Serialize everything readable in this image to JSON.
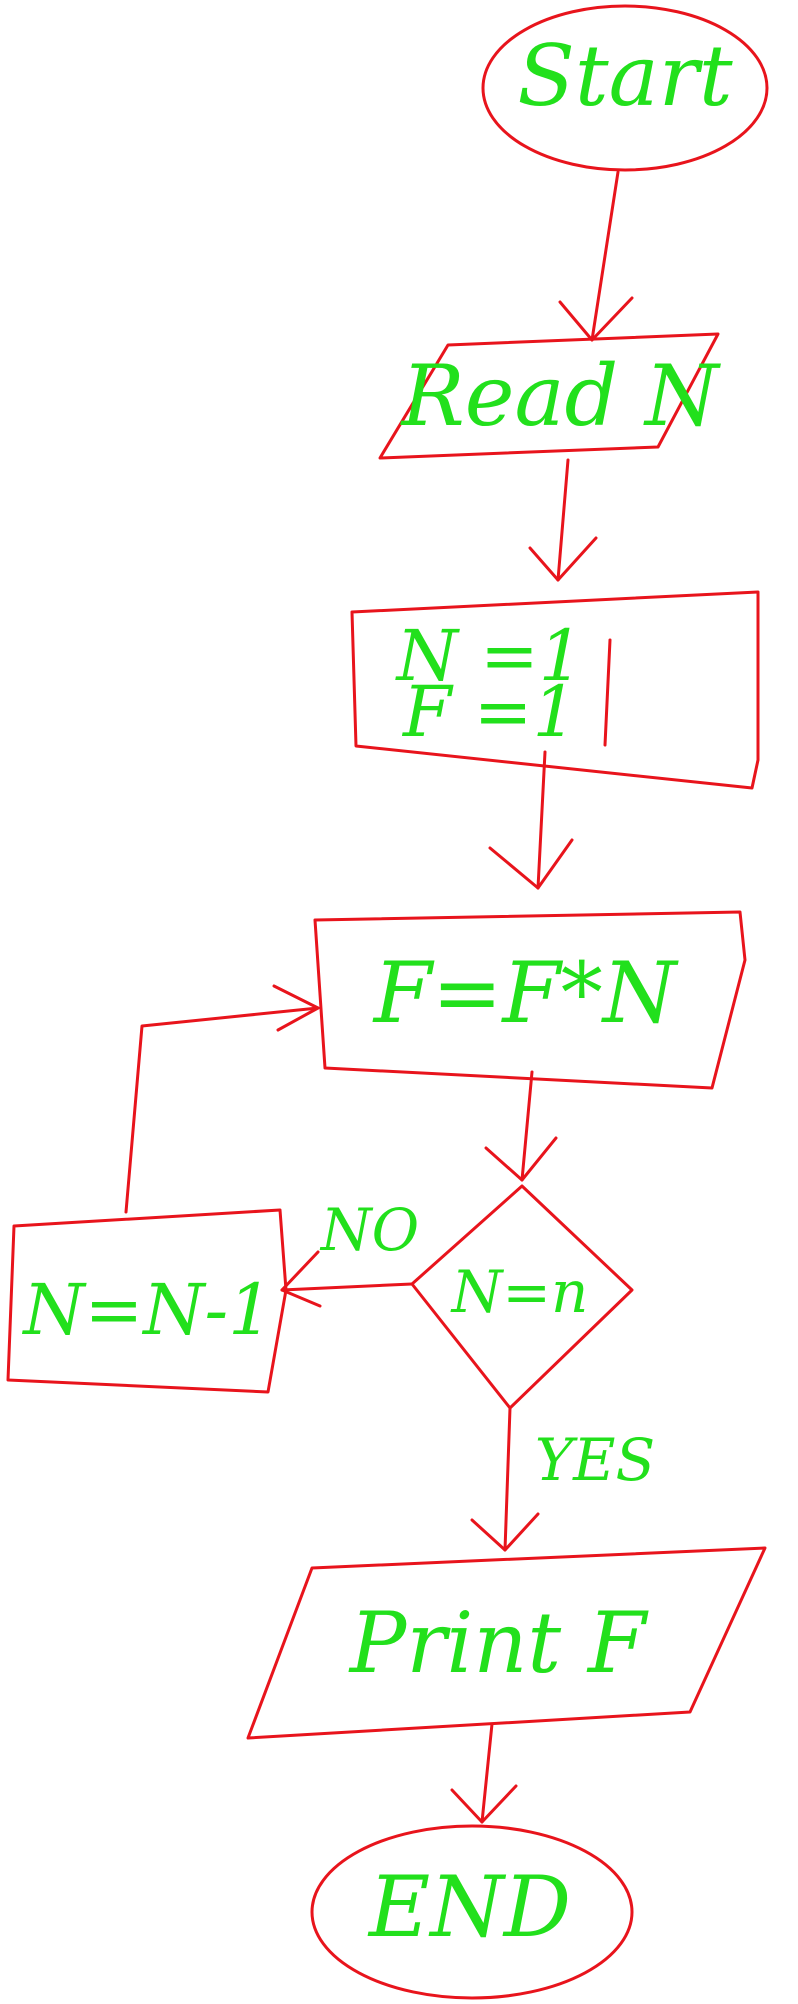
{
  "nodes": {
    "start": "Start",
    "read": "Read N",
    "init_line1": "N =1",
    "init_line2": "F =1",
    "multiply": "F=F*N",
    "decision": "N=n",
    "decrement": "N=N-1",
    "print": "Print F",
    "end": "END"
  },
  "edges": {
    "no": "NO",
    "yes": "YES"
  },
  "colors": {
    "stroke": "#e8141c",
    "text": "#22e01c",
    "background": "#ffffff"
  }
}
